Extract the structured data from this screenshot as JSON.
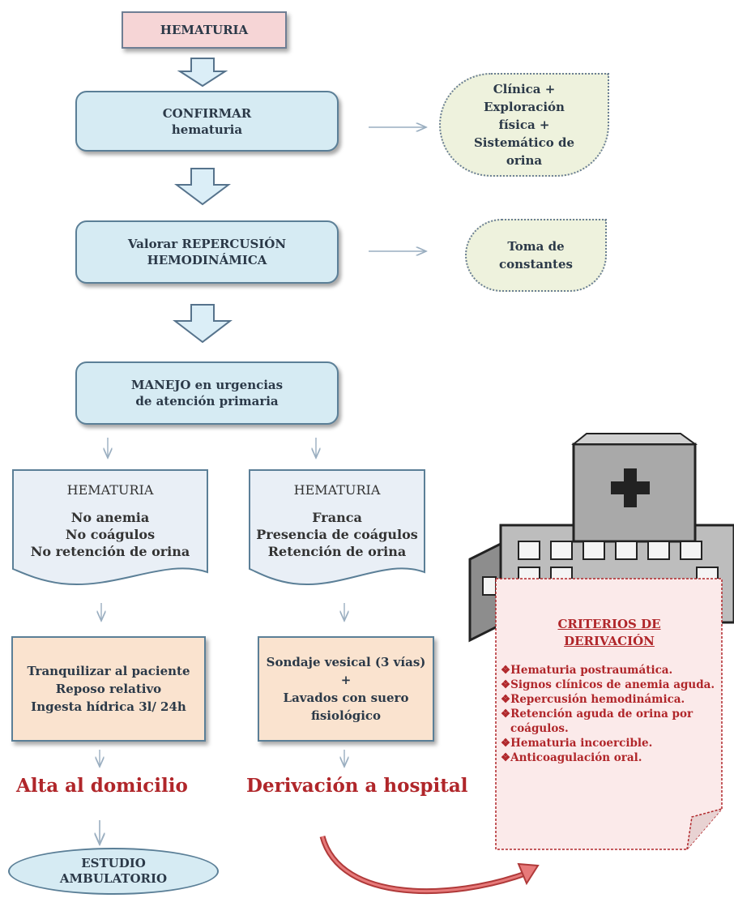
{
  "title": "HEMATURIA",
  "confirm": {
    "line1": "CONFIRMAR",
    "line2": "hematuria"
  },
  "confirm_note": {
    "lines": [
      "Clínica +",
      "Exploración",
      "física +",
      "Sistemático de",
      "orina"
    ]
  },
  "assess": {
    "line1": "Valorar REPERCUSIÓN",
    "line2": "HEMODINÁMICA"
  },
  "assess_note": {
    "lines": [
      "Toma de",
      "constantes"
    ]
  },
  "manage": {
    "line1": "MANEJO en urgencias",
    "line2": "de atención primaria"
  },
  "left_doc": {
    "title": "HEMATURIA",
    "lines": [
      "No anemia",
      "No coágulos",
      "No retención de orina"
    ]
  },
  "right_doc": {
    "title": "HEMATURIA",
    "lines": [
      "Franca",
      "Presencia de coágulos",
      "Retención de orina"
    ]
  },
  "left_action": {
    "lines": [
      "Tranquilizar al paciente",
      "Reposo relativo",
      "Ingesta hídrica 3l/ 24h"
    ]
  },
  "right_action": {
    "lines": [
      "Sondaje vesical (3 vías)",
      "+",
      "Lavados con suero",
      "fisiológico"
    ]
  },
  "left_outcome": "Alta al domicilio",
  "right_outcome": "Derivación a hospital",
  "final": {
    "line1": "ESTUDIO",
    "line2": "AMBULATORIO"
  },
  "criteria": {
    "title_line1": "CRITERIOS DE",
    "title_line2": "DERIVACIÓN",
    "items": [
      "Hematuria postraumática.",
      "Signos clínicos de anemia aguda.",
      "Repercusión hemodinámica.",
      "Retención aguda de orina por coágulos.",
      "Hematuria incoercible.",
      "Anticoagulación oral."
    ]
  },
  "colors": {
    "box_blue": "#d6ebf3",
    "peach": "#fae3cf",
    "title_pink": "#f6d5d6",
    "note_green": "#eef2dd",
    "red": "#b0262a"
  },
  "icons": {
    "flow_arrow": "block-down-arrow",
    "building": "hospital-building-icon",
    "curved_arrow": "curved-red-arrow"
  }
}
